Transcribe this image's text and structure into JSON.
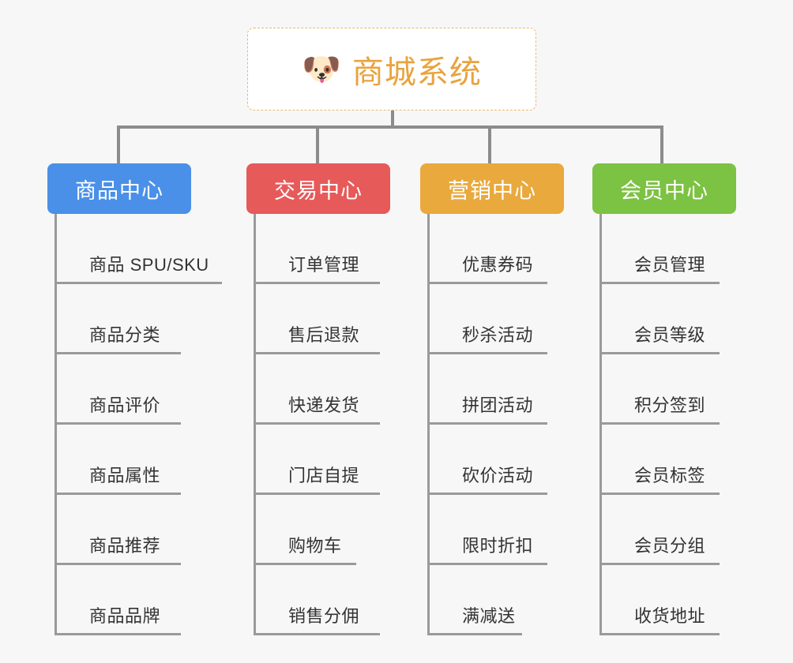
{
  "background_color": "#f7f7f7",
  "root": {
    "icon": "dog-face-emoji",
    "icon_glyph": "🐶",
    "title": "商城系统",
    "title_color": "#e8a33d",
    "border_color": "#e6b96a",
    "fill_color": "#ffffff"
  },
  "connector_color": "#8c8c8c",
  "columns": [
    {
      "label": "商品中心",
      "color": "#4a90e8",
      "items": [
        "商品 SPU/SKU",
        "商品分类",
        "商品评价",
        "商品属性",
        "商品推荐",
        "商品品牌"
      ]
    },
    {
      "label": "交易中心",
      "color": "#e65a5a",
      "items": [
        "订单管理",
        "售后退款",
        "快递发货",
        "门店自提",
        "购物车",
        "销售分佣"
      ]
    },
    {
      "label": "营销中心",
      "color": "#e9a93d",
      "items": [
        "优惠券码",
        "秒杀活动",
        "拼团活动",
        "砍价活动",
        "限时折扣",
        "满减送"
      ]
    },
    {
      "label": "会员中心",
      "color": "#7cc243",
      "items": [
        "会员管理",
        "会员等级",
        "积分签到",
        "会员标签",
        "会员分组",
        "收货地址"
      ]
    }
  ]
}
